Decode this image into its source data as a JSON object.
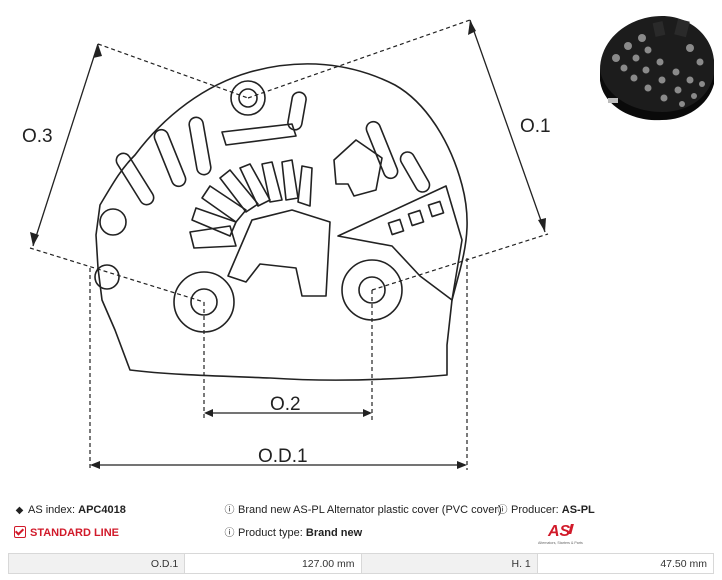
{
  "drawing": {
    "labels": {
      "o3": "O.3",
      "o1": "O.1",
      "o2": "O.2",
      "od1": "O.D.1"
    }
  },
  "info": {
    "as_index_label": "AS index:",
    "as_index_value": "APC4018",
    "description": "Brand new AS-PL Alternator plastic cover (PVC cover)",
    "producer_label": "Producer:",
    "producer_value": "AS-PL",
    "line": "STANDARD LINE",
    "product_type_label": "Product type:",
    "product_type_value": "Brand new",
    "logo_text": "AS",
    "logo_tagline": "Alternators, Starters & Parts"
  },
  "specs": [
    {
      "label": "O.D.1",
      "value": "127.00 mm"
    },
    {
      "label": "H. 1",
      "value": "47.50 mm"
    }
  ],
  "colors": {
    "accent": "#d11a2a",
    "line": "#222222"
  },
  "icons": [
    "tag-icon",
    "info-icon",
    "check-icon"
  ]
}
